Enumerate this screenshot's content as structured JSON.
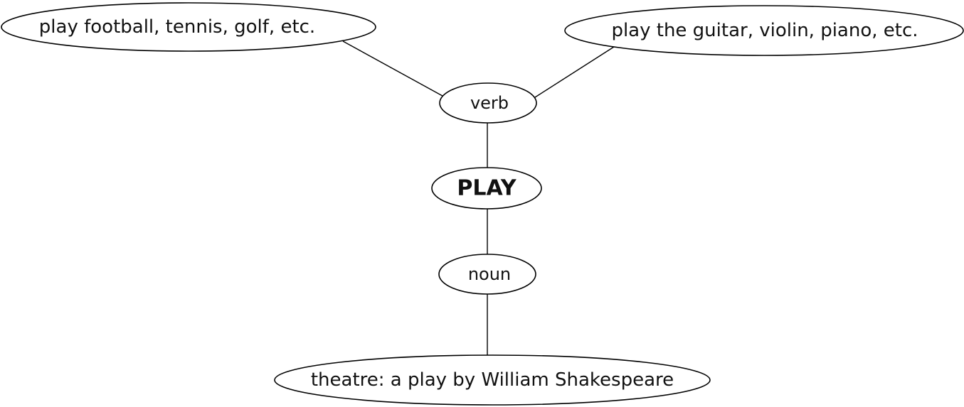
{
  "diagram": {
    "center": "PLAY",
    "verb_branch": {
      "label": "verb",
      "examples": [
        "play football, tennis, golf, etc.",
        "play the guitar, violin, piano, etc."
      ]
    },
    "noun_branch": {
      "label": "noun",
      "examples": [
        "theatre: a play by William Shakespeare"
      ]
    }
  },
  "colors": {
    "line": "#000000",
    "text": "#111111",
    "background": "#ffffff"
  }
}
